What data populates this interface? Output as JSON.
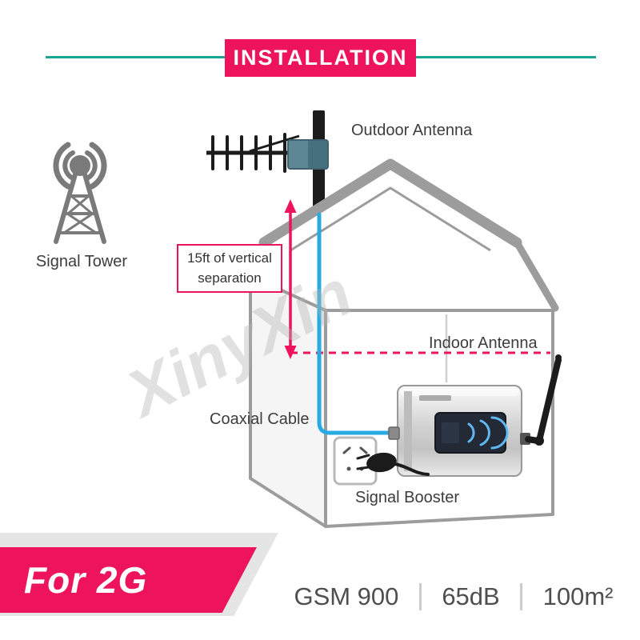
{
  "banner": {
    "title": "INSTALLATION"
  },
  "diagram": {
    "signal_tower_label": "Signal Tower",
    "outdoor_antenna_label": "Outdoor Antenna",
    "separation_note_line1": "15ft of vertical",
    "separation_note_line2": "separation",
    "indoor_antenna_label": "Indoor Antenna",
    "coaxial_cable_label": "Coaxial Cable",
    "signal_booster_label": "Signal Booster"
  },
  "watermark_text": "XinyXin",
  "footer": {
    "badge_label": "For 2G",
    "specs": [
      "GSM 900",
      "65dB",
      "100m²"
    ]
  },
  "colors": {
    "accent_pink": "#ED135D",
    "teal_line": "#18A795",
    "cable_blue": "#29ABE2",
    "house_gray": "#9C9C9C",
    "tower_gray": "#7A7A7A",
    "spec_text_gray": "#4F4F4F",
    "footer_band_gray": "#E5E5E5"
  }
}
